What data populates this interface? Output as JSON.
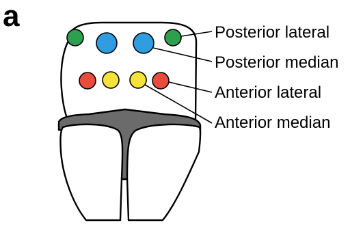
{
  "figure": {
    "panel_letter": "a",
    "colors": {
      "posterior_lateral": "#2e9e4f",
      "posterior_median": "#2f9de0",
      "anterior_lateral": "#ea4c3c",
      "anterior_median": "#f6e33a",
      "chelicera_base": "#6b6b6b",
      "outline": "#000000",
      "fill": "#ffffff"
    },
    "eye_groups": [
      {
        "key": "posterior_lateral",
        "label": "Posterior lateral"
      },
      {
        "key": "posterior_median",
        "label": "Posterior median"
      },
      {
        "key": "anterior_lateral",
        "label": "Anterior lateral"
      },
      {
        "key": "anterior_median",
        "label": "Anterior median"
      }
    ]
  }
}
